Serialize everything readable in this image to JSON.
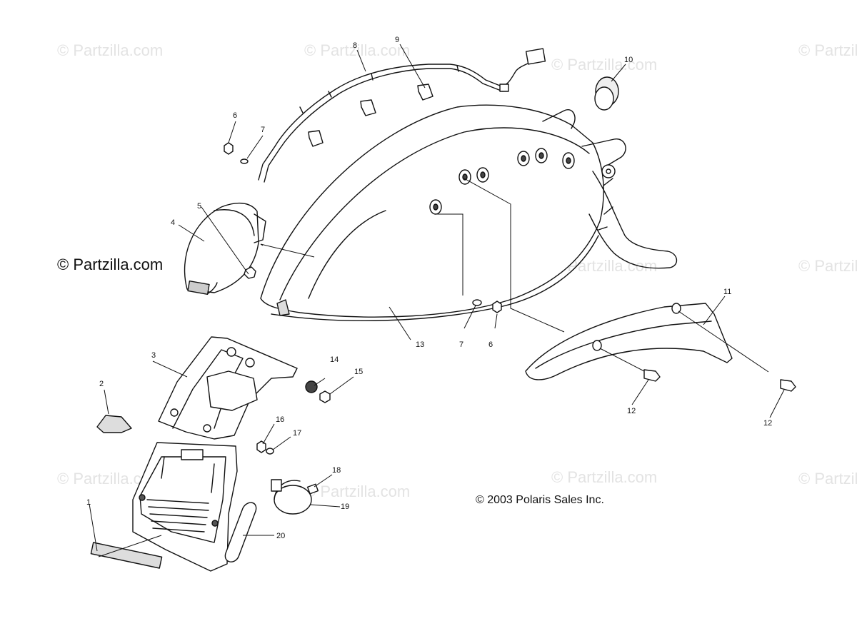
{
  "watermark": {
    "text": "© Partzilla.com"
  },
  "watermark_main": {
    "text": "© Partzilla.com"
  },
  "copyright": "© 2003 Polaris Sales Inc.",
  "callouts": {
    "c1": "1",
    "c2": "2",
    "c3": "3",
    "c4": "4",
    "c5": "5",
    "c6a": "6",
    "c6b": "6",
    "c7a": "7",
    "c7b": "7",
    "c8": "8",
    "c9": "9",
    "c10": "10",
    "c11": "11",
    "c12a": "12",
    "c12b": "12",
    "c13": "13",
    "c14": "14",
    "c15": "15",
    "c16": "16",
    "c17": "17",
    "c18": "18",
    "c19": "19",
    "c20": "20"
  },
  "colors": {
    "line": "#111111",
    "watermark": "#e3e3e3",
    "part_fill": "#ffffff",
    "shade": "#cfcfcf"
  }
}
